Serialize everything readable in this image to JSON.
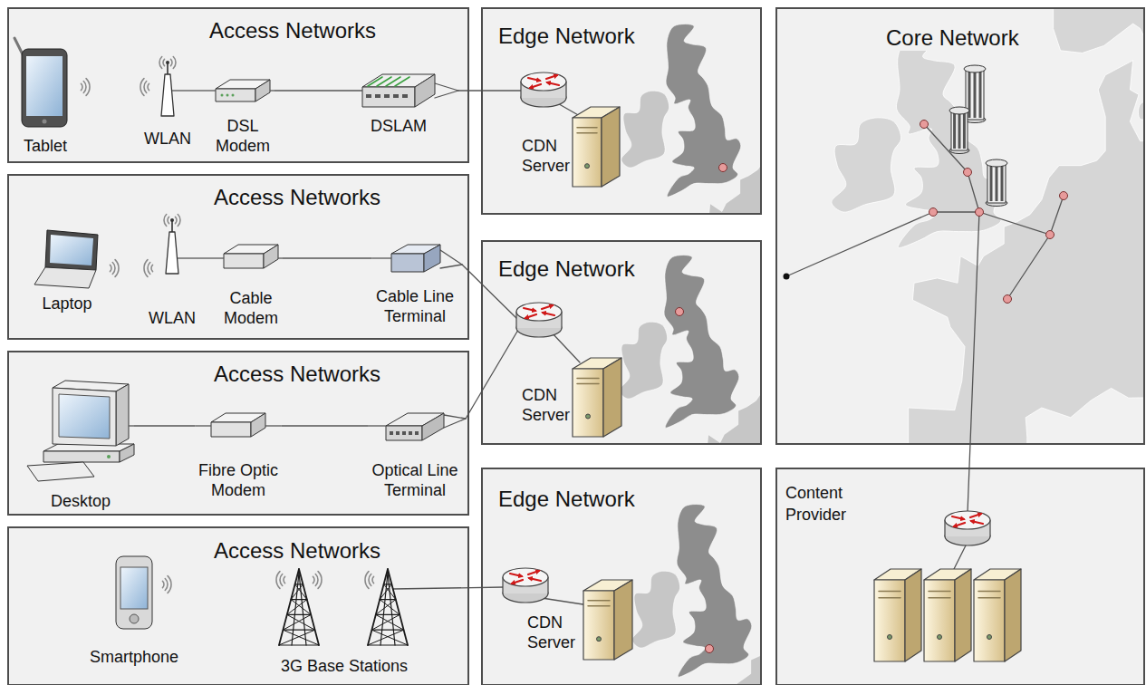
{
  "diagram": {
    "nodes": [
      {
        "text": [
          "Access Networks"
        ]
      },
      {
        "text": [
          "Tablet"
        ],
        "in": 0
      },
      {
        "text": [
          "WLAN"
        ],
        "in": 0
      },
      {
        "text": [
          "DSL Modem"
        ],
        "in": 0
      },
      {
        "text": [
          "DSLAM"
        ],
        "in": 0
      },
      {
        "text": [
          "Access Networks"
        ]
      },
      {
        "text": [
          "Laptop"
        ],
        "in": 5
      },
      {
        "text": [
          "WLAN"
        ],
        "in": 5
      },
      {
        "text": [
          "Cable Modem"
        ],
        "in": 5
      },
      {
        "text": [
          "Cable Line Terminal"
        ],
        "in": 5
      },
      {
        "text": [
          "Access Networks"
        ]
      },
      {
        "text": [
          "Desktop"
        ],
        "in": 10
      },
      {
        "text": [
          "Fibre Optic Modem"
        ],
        "in": 10
      },
      {
        "text": [
          "Optical Line Terminal"
        ],
        "in": 10
      },
      {
        "text": [
          "Access Networks"
        ]
      },
      {
        "text": [
          "Smartphone"
        ],
        "in": 14
      },
      {
        "text": [
          "3G Base Stations"
        ],
        "in": 14
      },
      {
        "text": [
          "Edge Network"
        ]
      },
      {
        "text": [
          "CDN Server"
        ],
        "in": 17
      },
      {
        "text": [
          "Edge Network"
        ]
      },
      {
        "text": [
          "CDN Server"
        ],
        "in": 19
      },
      {
        "text": [
          "Edge Network"
        ]
      },
      {
        "text": [
          "CDN Server"
        ],
        "in": 21
      },
      {
        "text": [
          "Core Network"
        ]
      },
      {
        "text": [
          "Content Provider"
        ]
      }
    ],
    "edges": [
      {
        "from": 2,
        "to": 3,
        "arrow": "none"
      },
      {
        "from": 3,
        "to": 4,
        "arrow": "none"
      },
      {
        "from": 7,
        "to": 8,
        "arrow": "none"
      },
      {
        "from": 8,
        "to": 9,
        "arrow": "none"
      },
      {
        "from": 11,
        "to": 12,
        "arrow": "none"
      },
      {
        "from": 12,
        "to": 13,
        "arrow": "none"
      }
    ]
  }
}
